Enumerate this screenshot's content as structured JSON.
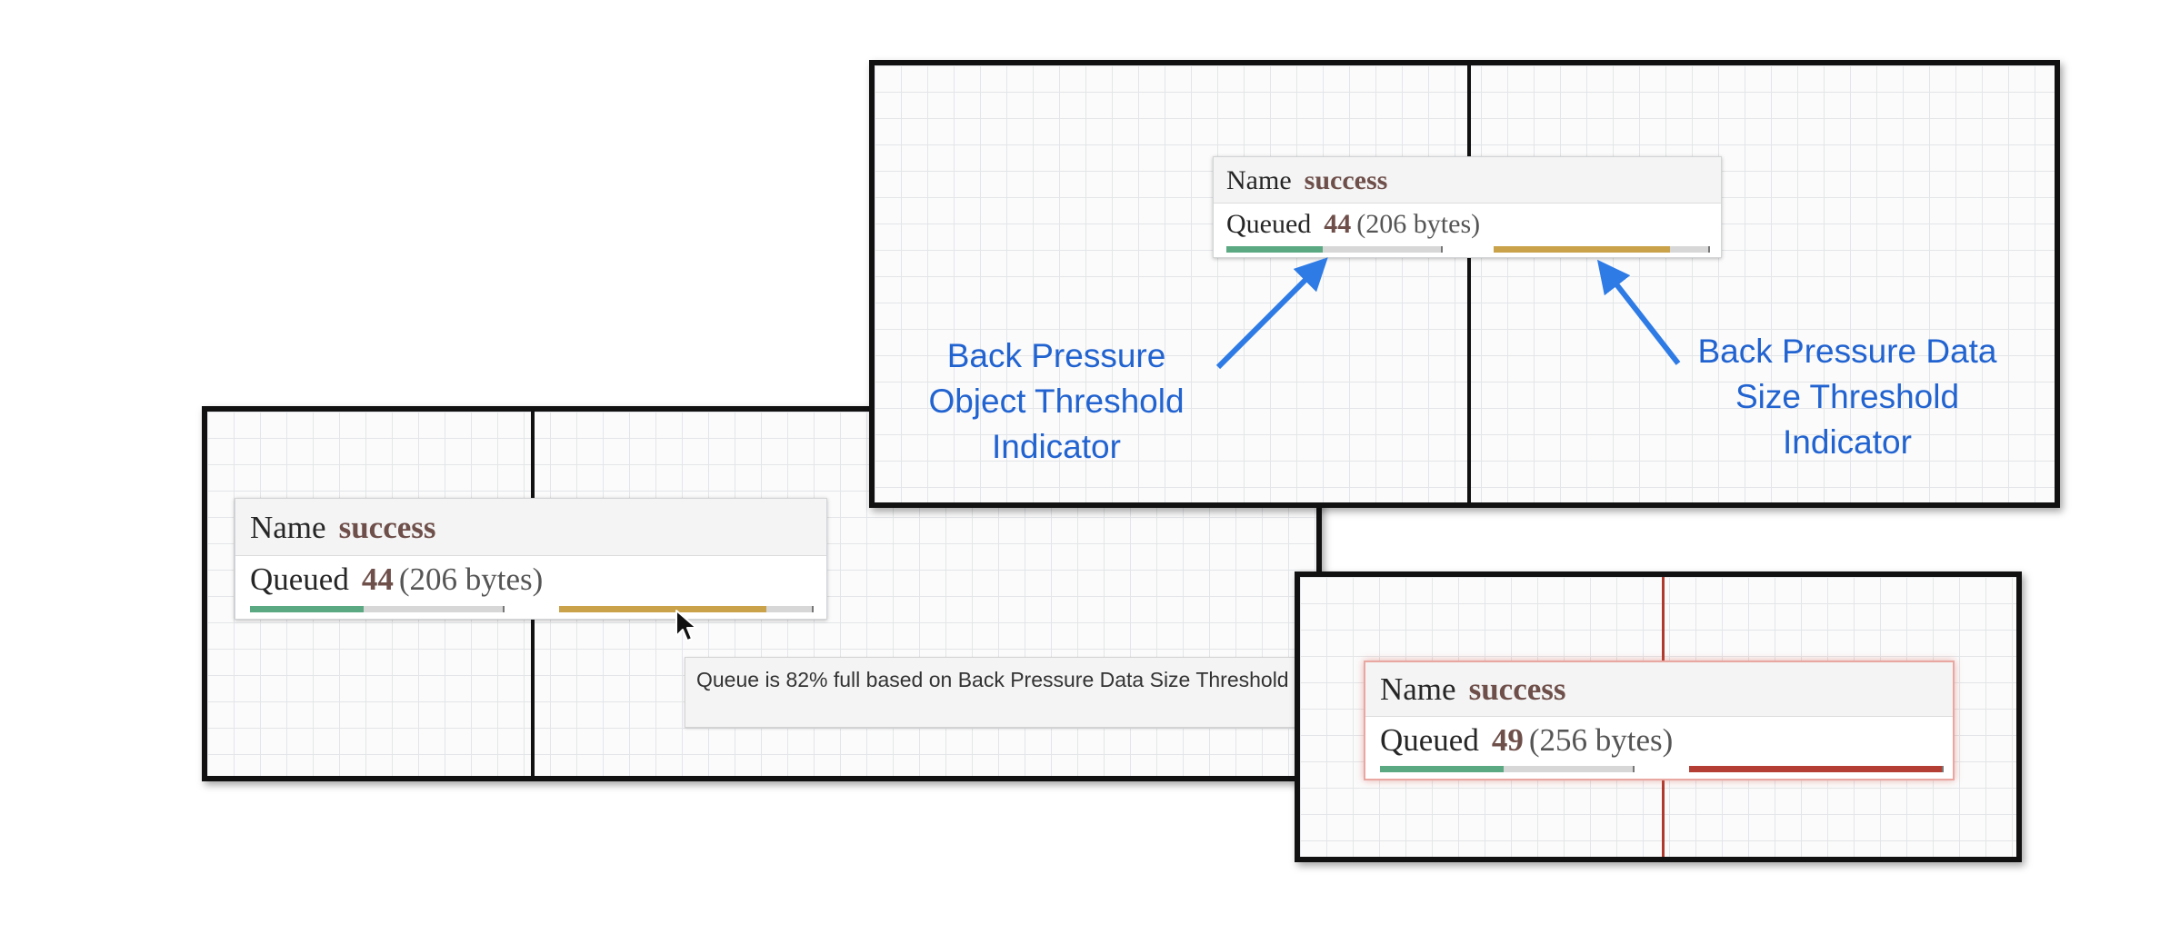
{
  "colors": {
    "object_threshold": "#5aa982",
    "data_size_threshold": "#c9a24a",
    "alert": "#b43e33",
    "callout_text": "#2163d0"
  },
  "cards": [
    {
      "name_key": "Name",
      "name_value": "success",
      "queued_key": "Queued",
      "queued_count": "44",
      "queued_size": "(206 bytes)",
      "object_fill": 0.45,
      "size_fill": 0.82,
      "state": "normal"
    },
    {
      "name_key": "Name",
      "name_value": "success",
      "queued_key": "Queued",
      "queued_count": "44",
      "queued_size": "(206 bytes)",
      "object_fill": 0.45,
      "size_fill": 0.82,
      "state": "normal"
    },
    {
      "name_key": "Name",
      "name_value": "success",
      "queued_key": "Queued",
      "queued_count": "49",
      "queued_size": "(256 bytes)",
      "object_fill": 0.49,
      "size_fill": 1.0,
      "state": "full"
    }
  ],
  "callouts": {
    "object_threshold": [
      "Back Pressure",
      "Object Threshold",
      "Indicator"
    ],
    "data_size_threshold": [
      "Back Pressure Data",
      "Size Threshold",
      "Indicator"
    ]
  },
  "tooltip": {
    "text": "Queue is 82% full based on Back Pressure Data Size Threshold"
  }
}
